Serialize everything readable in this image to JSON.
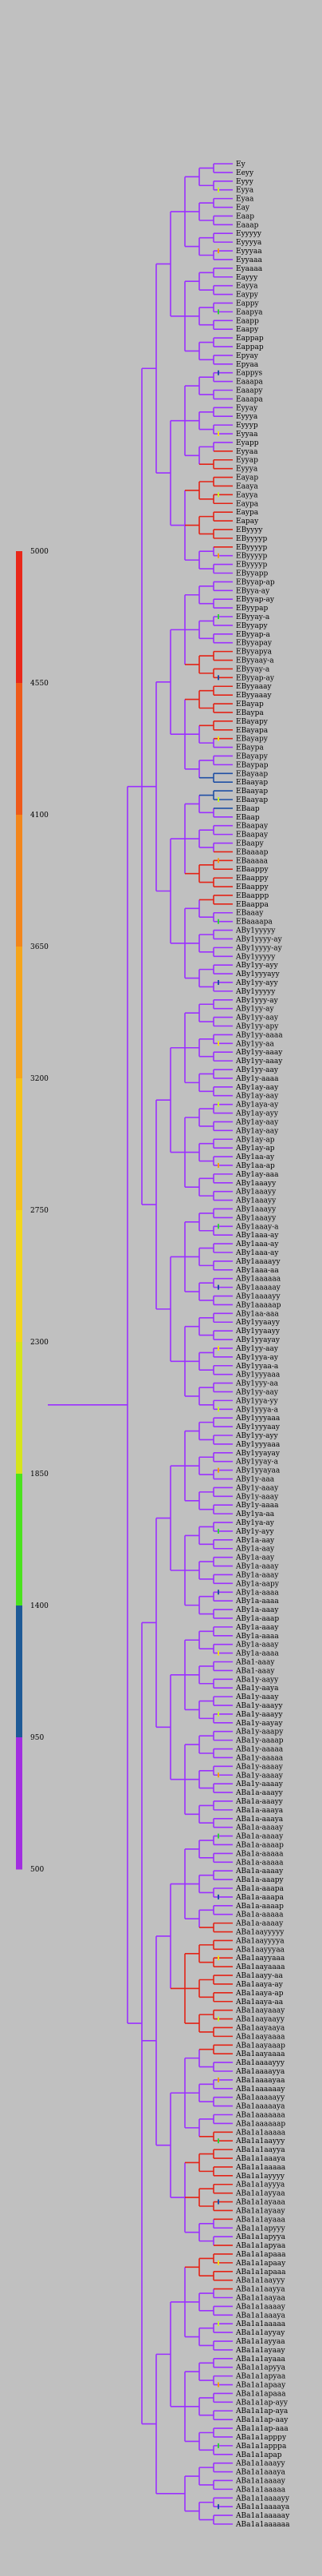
{
  "legend": {
    "ticks": [
      "5000",
      "4550",
      "4100",
      "3650",
      "3200",
      "2750",
      "2300",
      "1850",
      "1400",
      "950",
      "500"
    ],
    "bands": [
      "#e8281a",
      "#ee5a1a",
      "#f2861c",
      "#f5a51c",
      "#f5c21a",
      "#f2d61c",
      "#d6e41c",
      "#4ae21e",
      "#1e5a96",
      "#a22ee0"
    ]
  },
  "branch_colors": {
    "default": "#9b30ff",
    "red": "#e32316",
    "orange": "#f39a12",
    "yellow": "#f3dc1a",
    "blue": "#1f4fa5",
    "green": "#2fd03a",
    "lime": "#c9f02a"
  },
  "leaves": [
    "Ey",
    "Eeyy",
    "Eyyy",
    "Eyya",
    "Eyaa",
    "Eay",
    "Eaap",
    "Eaaap",
    "Eyyyyy",
    "Eyyyya",
    "Eyyyaa",
    "Eyyaaa",
    "Eyaaaa",
    "Eayyy",
    "Eayya",
    "Eaypy",
    "Eappy",
    "Eaapya",
    "Eaapp",
    "Eaapy",
    "Eappap",
    "Eappap",
    "Epyay",
    "Epyaa",
    "Eappys",
    "Eaaapa",
    "Eaaapy",
    "Eaaapa",
    "Eyyay",
    "Eyyya",
    "Eyyyp",
    "Eyyaa",
    "Eyapp",
    "Eyyaa",
    "Eyyap",
    "Eyyya",
    "Eayap",
    "Eaaya",
    "Eayya",
    "Eaypa",
    "Eaypa",
    "Eapay",
    "EByyyy",
    "EByyyyp",
    "EByyyyp",
    "EByyyyp",
    "EByyyyp",
    "EByyapp",
    "EByyap-ap",
    "EByya-ay",
    "EByyap-ay",
    "EByypap",
    "EByyay-a",
    "EByyapy",
    "EByyap-a",
    "EByyapay",
    "EByyapya",
    "EByyaay-a",
    "EByyay-a",
    "EByyap-ay",
    "EByyaaay",
    "EByyaaay",
    "EBayap",
    "EBaypa",
    "EBayapy",
    "EBayapa",
    "EBayapy",
    "EBaypa",
    "EBayapy",
    "EBaypap",
    "EBayaap",
    "EBaayap",
    "EBaayap",
    "EBaayap",
    "EBaap",
    "EBaap",
    "EBaapay",
    "EBaapay",
    "EBaapy",
    "EBaaaap",
    "EBaaaaa",
    "EBaappy",
    "EBaappy",
    "EBaappy",
    "EBaappp",
    "EBaappa",
    "EBaaay",
    "EBaaaapa",
    "ABy1yyyyy",
    "ABy1yyyy-ay",
    "ABy1yyyy-ay",
    "ABy1yyyyy",
    "ABy1yy-ayy",
    "ABy1yyyayy",
    "ABy1yy-ayy",
    "ABy1yyyyy",
    "ABy1yyy-ay",
    "ABy1yy-ay",
    "ABy1yy-aay",
    "ABy1yy-apy",
    "ABy1yy-aaaa",
    "ABy1yy-aa",
    "ABy1yy-aaay",
    "ABy1yy-aaay",
    "ABy1yy-aay",
    "ABy1y-aaaa",
    "ABy1ay-aay",
    "ABy1ay-aay",
    "ABy1aya-ay",
    "ABy1ay-ayy",
    "ABy1ay-aay",
    "ABy1ay-aay",
    "ABy1ay-ap",
    "ABy1ay-ap",
    "ABy1aa-ay",
    "ABy1aa-ap",
    "ABy1ay-aaa",
    "ABy1aaayy",
    "ABy1aaayy",
    "ABy1aaayy",
    "ABy1aaayy",
    "ABy1aaayy",
    "ABy1aaay-a",
    "ABy1aaa-ay",
    "ABy1aaa-ay",
    "ABy1aaa-ay",
    "ABy1aaaayy",
    "ABy1aaa-aa",
    "ABy1aaaaaa",
    "ABy1aaaaay",
    "ABy1aaaayy",
    "ABy1aaaaap",
    "ABy1aa-aaa",
    "ABy1yyaayy",
    "ABy1yyaayy",
    "ABy1yyayay",
    "ABy1yy-aay",
    "ABy1yya-ay",
    "ABy1yyaa-a",
    "ABy1yyyaaa",
    "ABy1yyy-aa",
    "ABy1yy-aay",
    "ABy1yya-yy",
    "ABy1yyya-a",
    "ABy1yyyaaa",
    "ABy1yyyaay",
    "ABy1yy-ayy",
    "ABy1yyyaaa",
    "ABy1yyayay",
    "ABy1yyay-a",
    "ABy1yyayaa",
    "ABy1y-aaa",
    "ABy1y-aaay",
    "ABy1y-aaay",
    "ABy1y-aaaa",
    "ABy1ya-aa",
    "ABy1ya-ay",
    "ABy1y-ayy",
    "ABy1a-aay",
    "ABy1a-aay",
    "ABy1a-aay",
    "ABy1a-aaay",
    "ABy1a-aaay",
    "ABy1a-aapy",
    "ABy1a-aaaa",
    "ABy1a-aaaa",
    "ABy1a-aaay",
    "ABy1a-aaap",
    "ABy1a-aaay",
    "ABy1a-aaaa",
    "ABy1a-aaay",
    "ABy1a-aaaa",
    "ABa1-aaay",
    "ABa1-aaay",
    "ABa1y-aayy",
    "ABa1y-aaya",
    "ABa1y-aaay",
    "ABa1y-aaayy",
    "ABa1y-aaayy",
    "ABa1y-aayay",
    "ABa1y-aaapy",
    "ABa1y-aaaap",
    "ABa1y-aaaaa",
    "ABa1y-aaaaa",
    "ABa1y-aaaay",
    "ABa1y-aaaay",
    "ABa1y-aaaay",
    "ABa1a-aaayy",
    "ABa1a-aaayy",
    "ABa1a-aaaya",
    "ABa1a-aaaya",
    "ABa1a-aaaay",
    "ABa1a-aaaay",
    "ABa1a-aaaap",
    "ABa1a-aaaaa",
    "ABa1a-aaaaa",
    "ABa1a-aaaay",
    "ABa1a-aaapy",
    "ABa1a-aaapa",
    "ABa1a-aaapa",
    "ABa1a-aaaap",
    "ABa1a-aaaaa",
    "ABa1a-aaaay",
    "ABa1aayyyyy",
    "ABa1aayyyya",
    "ABa1aayyyaa",
    "ABa1aayyaaa",
    "ABa1aayaaaa",
    "ABa1aayy-aa",
    "ABa1aaya-ay",
    "ABa1aaya-ap",
    "ABa1aaya-aa",
    "ABa1aayaaay",
    "ABa1aayaayy",
    "ABa1aayaaya",
    "ABa1aayaaaa",
    "ABa1aayaaap",
    "ABa1aayaaaa",
    "ABa1aaaayyy",
    "ABa1aaaayya",
    "ABa1aaaayaa",
    "ABa1aaaaaay",
    "ABa1aaaaayy",
    "ABa1aaaaaya",
    "ABa1aaaaaaa",
    "ABa1aaaaaap",
    "ABa1a1aaaaa",
    "ABa1a1aayyy",
    "ABa1a1aayya",
    "ABa1a1aaaya",
    "ABa1a1aaaaa",
    "ABa1a1ayyyy",
    "ABa1a1ayyya",
    "ABa1a1ayyaa",
    "ABa1a1ayaaa",
    "ABa1a1ayaay",
    "ABa1a1ayaaa",
    "ABa1a1apyyy",
    "ABa1a1apyya",
    "ABa1a1apyaa",
    "ABa1a1apaaa",
    "ABa1a1apaay",
    "ABa1a1apaaa",
    "ABa1a1aayyy",
    "ABa1a1aayya",
    "ABa1a1aayaa",
    "ABa1a1aaaay",
    "ABa1a1aaaya",
    "ABa1a1aaaaa",
    "ABa1a1ayyay",
    "ABa1a1ayyaa",
    "ABa1a1ayaay",
    "ABa1a1ayaaa",
    "ABa1a1apyya",
    "ABa1a1apyaa",
    "ABa1a1apaay",
    "ABa1a1apaaa",
    "ABa1a1ap-ayy",
    "ABa1a1ap-aya",
    "ABa1a1ap-aay",
    "ABa1a1ap-aaa",
    "ABa1a1apppy",
    "ABa1a1apppa",
    "ABa1a1apap",
    "ABa1a1aaayy",
    "ABa1a1aaaya",
    "ABa1a1aaaay",
    "ABa1a1aaaaa",
    "ABa1a1aaaayy",
    "ABa1a1aaaaya",
    "ABa1a1aaaaay",
    "ABa1a1aaaaaa"
  ]
}
